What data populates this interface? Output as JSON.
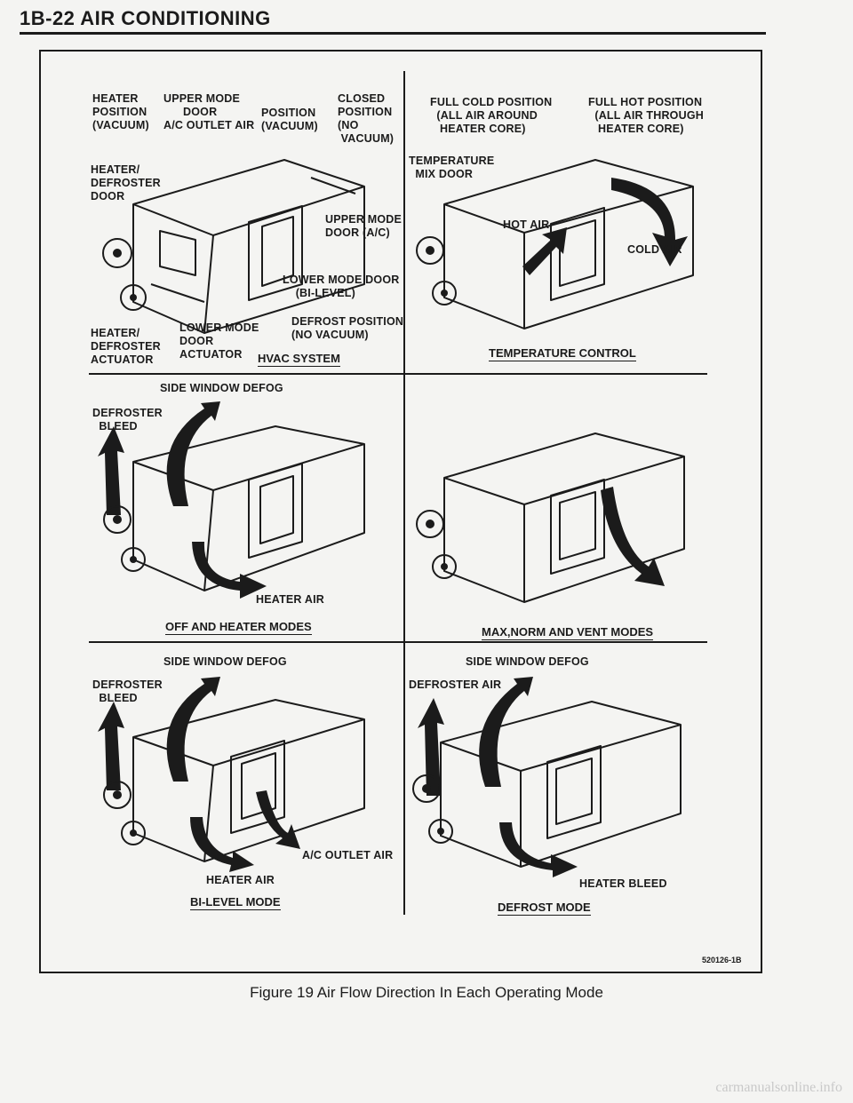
{
  "header": {
    "title": "1B-22  AIR CONDITIONING"
  },
  "panels": {
    "hvac_system": {
      "caption": "HVAC SYSTEM",
      "labels": {
        "heater_position": "HEATER\nPOSITION\n(VACUUM)",
        "upper_mode_door": "UPPER MODE\n      DOOR\nA/C OUTLET AIR",
        "position_vacuum": "POSITION\n(VACUUM)",
        "closed_position": "CLOSED\nPOSITION\n(NO\n VACUUM)",
        "heater_defroster_door": "HEATER/\nDEFROSTER\nDOOR",
        "upper_mode_door_ac": "UPPER MODE\nDOOR (A/C)",
        "lower_mode_door_bilevel": "LOWER MODE DOOR\n    (BI-LEVEL)",
        "defrost_position": "DEFROST POSITION\n(NO VACUUM)",
        "heater_defroster_actuator": "HEATER/\nDEFROSTER\nACTUATOR",
        "lower_mode_door_actuator": "LOWER MODE\nDOOR\nACTUATOR"
      }
    },
    "temperature_control": {
      "caption": "TEMPERATURE CONTROL",
      "labels": {
        "full_cold": "FULL COLD POSITION\n  (ALL AIR AROUND\n   HEATER CORE)",
        "full_hot": "FULL HOT POSITION\n  (ALL AIR THROUGH\n   HEATER CORE)",
        "temperature_mix_door": "TEMPERATURE\n  MIX DOOR",
        "hot_air": "HOT AIR",
        "cold_air": "COLD AIR"
      }
    },
    "off_heater": {
      "caption": "OFF AND HEATER MODES",
      "labels": {
        "side_window_defog": "SIDE WINDOW DEFOG",
        "defroster_bleed": "DEFROSTER\n  BLEED",
        "heater_air": "HEATER AIR"
      }
    },
    "max_norm_vent": {
      "caption": "MAX,NORM AND VENT MODES"
    },
    "bilevel": {
      "caption": "BI-LEVEL MODE",
      "labels": {
        "side_window_defog": "SIDE WINDOW DEFOG",
        "defroster_bleed": "DEFROSTER\n  BLEED",
        "ac_outlet_air": "A/C OUTLET AIR",
        "heater_air": "HEATER AIR"
      }
    },
    "defrost": {
      "caption": "DEFROST MODE",
      "labels": {
        "side_window_defog": "SIDE WINDOW DEFOG",
        "defroster_air": "DEFROSTER AIR",
        "heater_bleed": "HEATER BLEED"
      }
    }
  },
  "figure_code": "520126-1B",
  "figure_caption": "Figure 19 Air Flow Direction In Each Operating Mode",
  "watermark": "carmanualsonline.info"
}
